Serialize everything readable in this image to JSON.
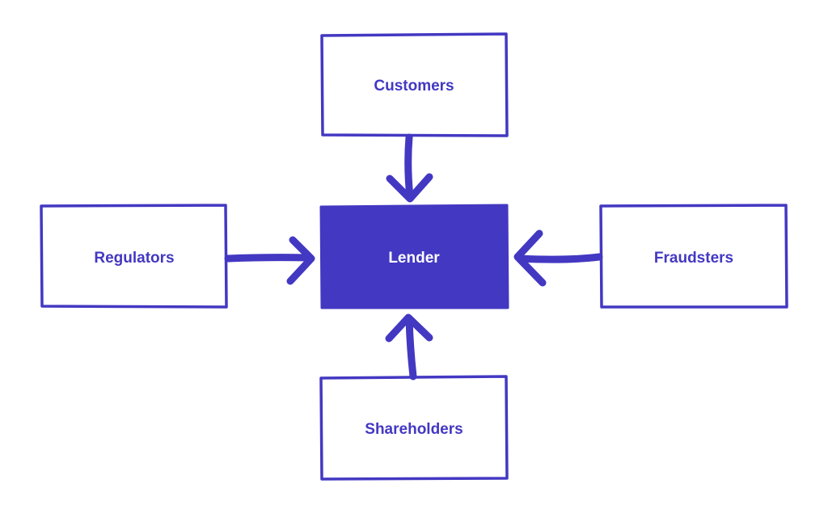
{
  "colors": {
    "ink": "#4338c2",
    "background": "#ffffff",
    "center_text": "#ffffff"
  },
  "nodes": {
    "customers": {
      "label": "Customers"
    },
    "regulators": {
      "label": "Regulators"
    },
    "lender": {
      "label": "Lender"
    },
    "fraudsters": {
      "label": "Fraudsters"
    },
    "shareholders": {
      "label": "Shareholders"
    }
  },
  "edges": [
    {
      "from": "customers",
      "to": "lender"
    },
    {
      "from": "regulators",
      "to": "lender"
    },
    {
      "from": "fraudsters",
      "to": "lender"
    },
    {
      "from": "shareholders",
      "to": "lender"
    }
  ]
}
